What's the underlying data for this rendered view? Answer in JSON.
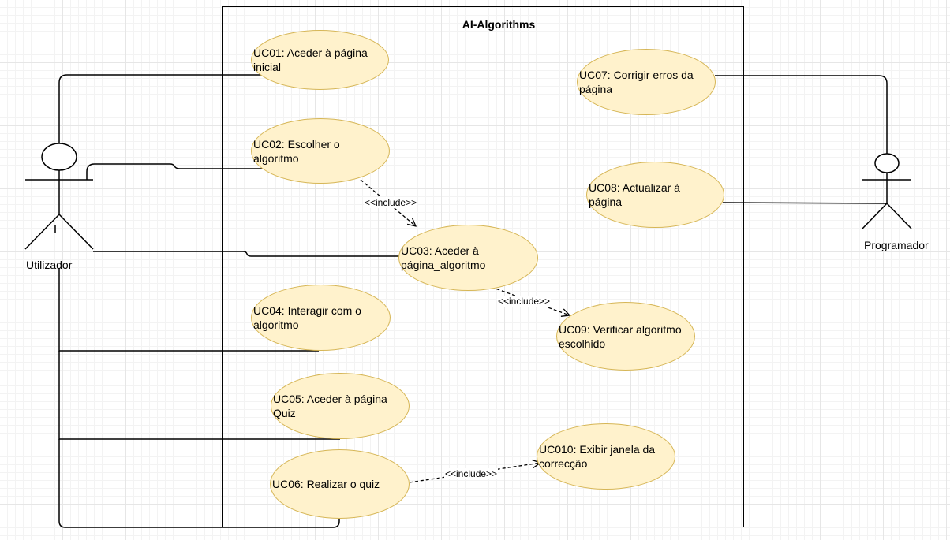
{
  "system": {
    "title": "AI-Algorithms"
  },
  "actors": {
    "utilizador": "Utilizador",
    "programador": "Programador"
  },
  "use_cases": {
    "uc01": "UC01: Aceder à página inicial",
    "uc02": "UC02: Escolher o algoritmo",
    "uc03": "UC03: Aceder à página_algoritmo",
    "uc04": "UC04: Interagir com o algoritmo",
    "uc05": "UC05: Aceder à página Quiz",
    "uc06": "UC06: Realizar o quiz",
    "uc07": "UC07: Corrigir erros da página",
    "uc08": "UC08: Actualizar à página",
    "uc09": "UC09: Verificar algoritmo escolhido",
    "uc010": "UC010: Exibir janela da correcção"
  },
  "relations": {
    "include_1": "<<include>>",
    "include_2": "<<include>>",
    "include_3": "<<include>>"
  },
  "colors": {
    "use_case_fill": "#fff2cc",
    "use_case_stroke": "#d6b656",
    "line": "#000000"
  }
}
